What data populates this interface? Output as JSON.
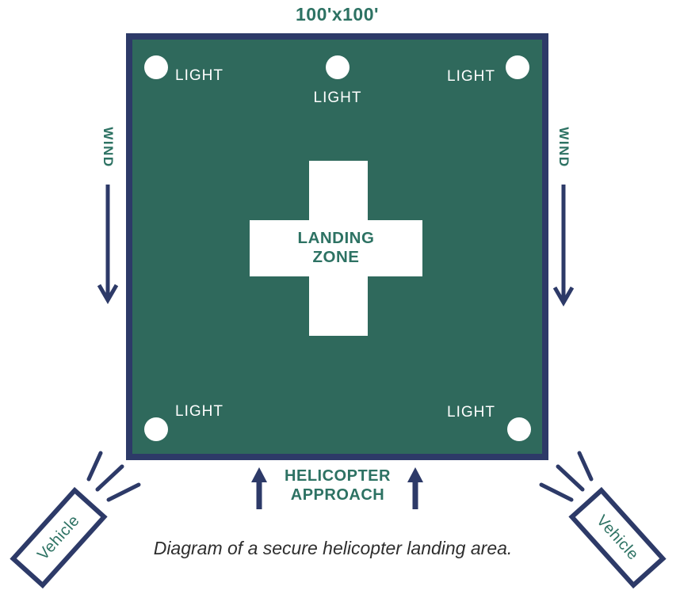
{
  "title": "100'x100'",
  "caption": "Diagram of a secure helicopter landing area.",
  "landing_zone": {
    "line1": "LANDING",
    "line2": "ZONE"
  },
  "lights": [
    {
      "id": "top-left",
      "label": "LIGHT"
    },
    {
      "id": "top-center",
      "label": "LIGHT"
    },
    {
      "id": "top-right",
      "label": "LIGHT"
    },
    {
      "id": "bottom-left",
      "label": "LIGHT"
    },
    {
      "id": "bottom-right",
      "label": "LIGHT"
    }
  ],
  "wind": {
    "left": "WIND",
    "right": "WIND"
  },
  "approach": {
    "line1": "HELICOPTER",
    "line2": "APPROACH"
  },
  "vehicles": {
    "left": "Vehicle",
    "right": "Vehicle"
  },
  "colors": {
    "pad_green": "#2F695C",
    "navy": "#2D3A68",
    "teal_text": "#2D7263",
    "caption_text": "#2E2E2E",
    "white": "#FFFFFF"
  }
}
